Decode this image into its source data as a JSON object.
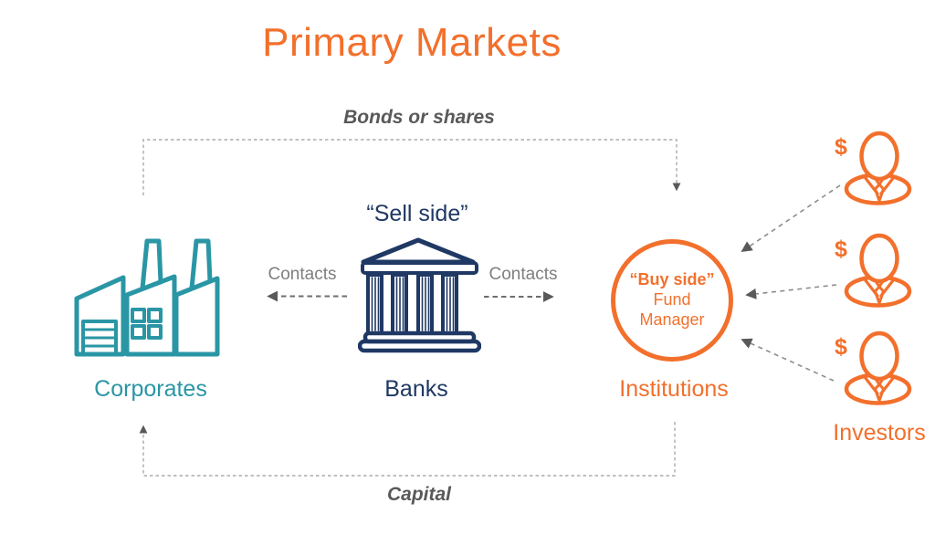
{
  "title": "Primary Markets",
  "colors": {
    "orange": "#F2702C",
    "teal": "#2A96A5",
    "navy": "#1F3864",
    "label_gray": "#7F7F7F",
    "flow_gray": "#595959",
    "line_light": "#ABABAB",
    "line_mid": "#8C8C8C",
    "line_dark": "#6E6E6E",
    "arrowhead": "#595959",
    "background": "#FFFFFF"
  },
  "flows": {
    "bonds": "Bonds or shares",
    "capital": "Capital",
    "contacts_left": "Contacts",
    "contacts_right": "Contacts"
  },
  "nodes": {
    "corporates": {
      "label": "Corporates"
    },
    "banks": {
      "caption": "“Sell side”",
      "label": "Banks"
    },
    "institutions": {
      "label": "Institutions",
      "circle": {
        "line1": "“Buy side”",
        "line2": "Fund",
        "line3": "Manager"
      }
    },
    "investors": {
      "label": "Investors",
      "currency": "$"
    }
  }
}
